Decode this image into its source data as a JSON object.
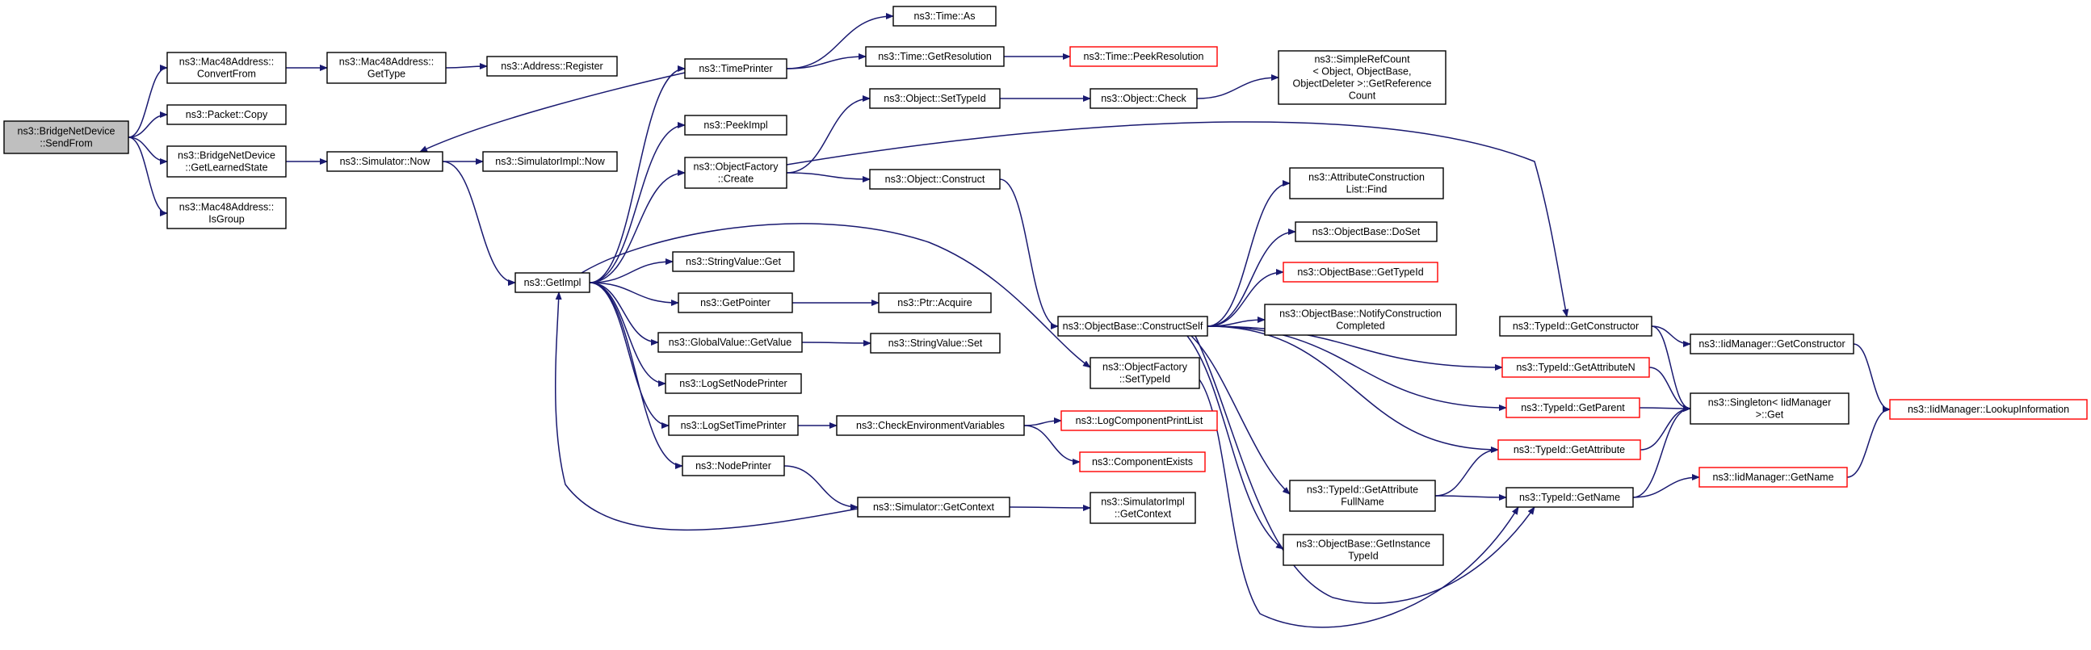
{
  "graph": {
    "nodes": [
      {
        "id": "sendfrom",
        "lines": [
          "ns3::BridgeNetDevice",
          "::SendFrom"
        ],
        "style": "root"
      },
      {
        "id": "convertfrom",
        "lines": [
          "ns3::Mac48Address::",
          "ConvertFrom"
        ],
        "style": "normal"
      },
      {
        "id": "packetcopy",
        "lines": [
          "ns3::Packet::Copy"
        ],
        "style": "normal"
      },
      {
        "id": "getlearnedstate",
        "lines": [
          "ns3::BridgeNetDevice",
          "::GetLearnedState"
        ],
        "style": "normal"
      },
      {
        "id": "isgroup",
        "lines": [
          "ns3::Mac48Address::",
          "IsGroup"
        ],
        "style": "normal"
      },
      {
        "id": "mac48gettype",
        "lines": [
          "ns3::Mac48Address::",
          "GetType"
        ],
        "style": "normal"
      },
      {
        "id": "register",
        "lines": [
          "ns3::Address::Register"
        ],
        "style": "normal"
      },
      {
        "id": "simnow",
        "lines": [
          "ns3::Simulator::Now"
        ],
        "style": "normal"
      },
      {
        "id": "simimplnow",
        "lines": [
          "ns3::SimulatorImpl::Now"
        ],
        "style": "normal"
      },
      {
        "id": "getimpl",
        "lines": [
          "ns3::GetImpl"
        ],
        "style": "normal"
      },
      {
        "id": "timeprinter",
        "lines": [
          "ns3::TimePrinter"
        ],
        "style": "normal"
      },
      {
        "id": "timeas",
        "lines": [
          "ns3::Time::As"
        ],
        "style": "normal"
      },
      {
        "id": "timegetres",
        "lines": [
          "ns3::Time::GetResolution"
        ],
        "style": "normal"
      },
      {
        "id": "timepeekres",
        "lines": [
          "ns3::Time::PeekResolution"
        ],
        "style": "external"
      },
      {
        "id": "peekimpl",
        "lines": [
          "ns3::PeekImpl"
        ],
        "style": "normal"
      },
      {
        "id": "objfactorycreate",
        "lines": [
          "ns3::ObjectFactory",
          "::Create"
        ],
        "style": "normal"
      },
      {
        "id": "objsettypeid",
        "lines": [
          "ns3::Object::SetTypeId"
        ],
        "style": "normal"
      },
      {
        "id": "objcheck",
        "lines": [
          "ns3::Object::Check"
        ],
        "style": "normal"
      },
      {
        "id": "simplerefcount",
        "lines": [
          "ns3::SimpleRefCount",
          "< Object, ObjectBase,",
          "ObjectDeleter >::GetReference",
          "Count"
        ],
        "style": "normal"
      },
      {
        "id": "objconstruct",
        "lines": [
          "ns3::Object::Construct"
        ],
        "style": "normal"
      },
      {
        "id": "stringvalueget",
        "lines": [
          "ns3::StringValue::Get"
        ],
        "style": "normal"
      },
      {
        "id": "getpointer",
        "lines": [
          "ns3::GetPointer"
        ],
        "style": "normal"
      },
      {
        "id": "ptracquire",
        "lines": [
          "ns3::Ptr::Acquire"
        ],
        "style": "normal"
      },
      {
        "id": "globalvalueget",
        "lines": [
          "ns3::GlobalValue::GetValue"
        ],
        "style": "normal"
      },
      {
        "id": "stringvalueset",
        "lines": [
          "ns3::StringValue::Set"
        ],
        "style": "normal"
      },
      {
        "id": "logsetnodeprinter",
        "lines": [
          "ns3::LogSetNodePrinter"
        ],
        "style": "normal"
      },
      {
        "id": "logsettimeprinter",
        "lines": [
          "ns3::LogSetTimePrinter"
        ],
        "style": "normal"
      },
      {
        "id": "checkenv",
        "lines": [
          "ns3::CheckEnvironmentVariables"
        ],
        "style": "normal"
      },
      {
        "id": "logcomponentprintlist",
        "lines": [
          "ns3::LogComponentPrintList"
        ],
        "style": "external"
      },
      {
        "id": "componentexists",
        "lines": [
          "ns3::ComponentExists"
        ],
        "style": "external"
      },
      {
        "id": "nodeprinter",
        "lines": [
          "ns3::NodePrinter"
        ],
        "style": "normal"
      },
      {
        "id": "simgetcontext",
        "lines": [
          "ns3::Simulator::GetContext"
        ],
        "style": "normal"
      },
      {
        "id": "simimplgetcontext",
        "lines": [
          "ns3::SimulatorImpl",
          "::GetContext"
        ],
        "style": "normal"
      },
      {
        "id": "objfactorysettypeid",
        "lines": [
          "ns3::ObjectFactory",
          "::SetTypeId"
        ],
        "style": "normal"
      },
      {
        "id": "constructself",
        "lines": [
          "ns3::ObjectBase::ConstructSelf"
        ],
        "style": "normal"
      },
      {
        "id": "attrconstructfind",
        "lines": [
          "ns3::AttributeConstruction",
          "List::Find"
        ],
        "style": "normal"
      },
      {
        "id": "objbasedoset",
        "lines": [
          "ns3::ObjectBase::DoSet"
        ],
        "style": "normal"
      },
      {
        "id": "objbasegettypeid",
        "lines": [
          "ns3::ObjectBase::GetTypeId"
        ],
        "style": "external"
      },
      {
        "id": "notifyconstruction",
        "lines": [
          "ns3::ObjectBase::NotifyConstruction",
          "Completed"
        ],
        "style": "normal"
      },
      {
        "id": "typeidgetconstructor",
        "lines": [
          "ns3::TypeId::GetConstructor"
        ],
        "style": "normal"
      },
      {
        "id": "typeidgetattributen",
        "lines": [
          "ns3::TypeId::GetAttributeN"
        ],
        "style": "external"
      },
      {
        "id": "typeidgetparent",
        "lines": [
          "ns3::TypeId::GetParent"
        ],
        "style": "external"
      },
      {
        "id": "typeidgetattribute",
        "lines": [
          "ns3::TypeId::GetAttribute"
        ],
        "style": "external"
      },
      {
        "id": "typeidgetattrfullname",
        "lines": [
          "ns3::TypeId::GetAttribute",
          "FullName"
        ],
        "style": "normal"
      },
      {
        "id": "typeidgetname",
        "lines": [
          "ns3::TypeId::GetName"
        ],
        "style": "normal"
      },
      {
        "id": "getinstancetypeid",
        "lines": [
          "ns3::ObjectBase::GetInstance",
          "TypeId"
        ],
        "style": "normal"
      },
      {
        "id": "iidmanagergetconstructor",
        "lines": [
          "ns3::IidManager::GetConstructor"
        ],
        "style": "normal"
      },
      {
        "id": "singletonget",
        "lines": [
          "ns3::Singleton< IidManager",
          ">::Get"
        ],
        "style": "normal"
      },
      {
        "id": "iidmanagerlookup",
        "lines": [
          "ns3::IidManager::LookupInformation"
        ],
        "style": "external"
      },
      {
        "id": "iidmanagergetname",
        "lines": [
          "ns3::IidManager::GetName"
        ],
        "style": "external"
      }
    ],
    "edges": [
      [
        "sendfrom",
        "convertfrom"
      ],
      [
        "sendfrom",
        "packetcopy"
      ],
      [
        "sendfrom",
        "getlearnedstate"
      ],
      [
        "sendfrom",
        "isgroup"
      ],
      [
        "convertfrom",
        "mac48gettype"
      ],
      [
        "mac48gettype",
        "register"
      ],
      [
        "getlearnedstate",
        "simnow"
      ],
      [
        "simnow",
        "simimplnow"
      ],
      [
        "simnow",
        "getimpl"
      ],
      [
        "timeprinter",
        "simnow"
      ],
      [
        "getimpl",
        "timeprinter"
      ],
      [
        "timeprinter",
        "timeas"
      ],
      [
        "timeprinter",
        "timegetres"
      ],
      [
        "timegetres",
        "timepeekres"
      ],
      [
        "getimpl",
        "peekimpl"
      ],
      [
        "getimpl",
        "objfactorycreate"
      ],
      [
        "objfactorycreate",
        "objsettypeid"
      ],
      [
        "objsettypeid",
        "objcheck"
      ],
      [
        "objcheck",
        "simplerefcount"
      ],
      [
        "objfactorycreate",
        "objconstruct"
      ],
      [
        "objfactorycreate",
        "typeidgetconstructor"
      ],
      [
        "objconstruct",
        "constructself"
      ],
      [
        "getimpl",
        "stringvalueget"
      ],
      [
        "getimpl",
        "getpointer"
      ],
      [
        "getpointer",
        "ptracquire"
      ],
      [
        "getimpl",
        "globalvalueget"
      ],
      [
        "globalvalueget",
        "stringvalueset"
      ],
      [
        "getimpl",
        "logsetnodeprinter"
      ],
      [
        "getimpl",
        "logsettimeprinter"
      ],
      [
        "logsettimeprinter",
        "checkenv"
      ],
      [
        "checkenv",
        "logcomponentprintlist"
      ],
      [
        "checkenv",
        "componentexists"
      ],
      [
        "getimpl",
        "nodeprinter"
      ],
      [
        "nodeprinter",
        "simgetcontext"
      ],
      [
        "simgetcontext",
        "getimpl"
      ],
      [
        "simgetcontext",
        "simimplgetcontext"
      ],
      [
        "getimpl",
        "objfactorysettypeid"
      ],
      [
        "objfactorysettypeid",
        "typeidgetname"
      ],
      [
        "constructself",
        "attrconstructfind"
      ],
      [
        "constructself",
        "objbasedoset"
      ],
      [
        "constructself",
        "objbasegettypeid"
      ],
      [
        "constructself",
        "notifyconstruction"
      ],
      [
        "constructself",
        "typeidgetattributen"
      ],
      [
        "constructself",
        "typeidgetparent"
      ],
      [
        "constructself",
        "typeidgetattribute"
      ],
      [
        "constructself",
        "typeidgetattrfullname"
      ],
      [
        "constructself",
        "typeidgetname"
      ],
      [
        "constructself",
        "getinstancetypeid"
      ],
      [
        "typeidgetconstructor",
        "iidmanagergetconstructor"
      ],
      [
        "typeidgetconstructor",
        "singletonget"
      ],
      [
        "typeidgetattributen",
        "singletonget"
      ],
      [
        "typeidgetparent",
        "singletonget"
      ],
      [
        "typeidgetattribute",
        "singletonget"
      ],
      [
        "typeidgetattrfullname",
        "typeidgetattribute"
      ],
      [
        "typeidgetattrfullname",
        "typeidgetname"
      ],
      [
        "typeidgetname",
        "singletonget"
      ],
      [
        "typeidgetname",
        "iidmanagergetname"
      ],
      [
        "iidmanagergetconstructor",
        "iidmanagerlookup"
      ],
      [
        "iidmanagergetname",
        "iidmanagerlookup"
      ]
    ]
  }
}
